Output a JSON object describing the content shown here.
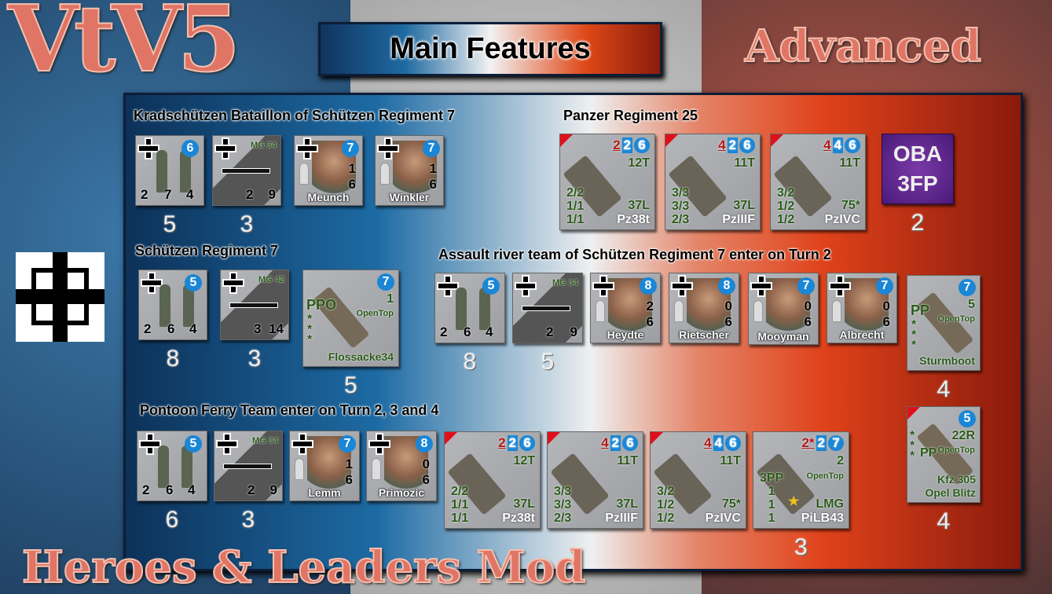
{
  "title": "Main Features",
  "background": {
    "logo": "VtV5",
    "advanced": "Advanced",
    "mod": "Heroes & Leaders Mod",
    "colors": {
      "blue": "#1f5f9a",
      "white": "#e8e8e8",
      "red": "#d05a48"
    }
  },
  "groups": [
    {
      "title": "Kradschützen Bataillon of Schützen Regiment 7",
      "counters": [
        {
          "kind": "squad",
          "badge": "6",
          "stats": [
            "2",
            "7",
            "4"
          ],
          "count": "5"
        },
        {
          "kind": "mg",
          "name": "MG 34",
          "stats": [
            "2",
            "9"
          ],
          "count": "3"
        },
        {
          "kind": "leader",
          "name": "Meunch",
          "badge": "7",
          "stats": [
            "1",
            "6"
          ]
        },
        {
          "kind": "leader",
          "name": "Winkler",
          "badge": "7",
          "stats": [
            "1",
            "6"
          ]
        }
      ]
    },
    {
      "title": "Panzer Regiment 25",
      "counters": [
        {
          "kind": "vehicle",
          "armor": [
            "2",
            "2",
            "6"
          ],
          "move": "12T",
          "stats": [
            "2/2",
            "1/1",
            "1/1"
          ],
          "gun": "37L",
          "name": "Pz38t"
        },
        {
          "kind": "vehicle",
          "armor": [
            "4",
            "2",
            "6"
          ],
          "move": "11T",
          "stats": [
            "3/3",
            "3/3",
            "2/3"
          ],
          "gun": "37L",
          "name": "PzIIIF"
        },
        {
          "kind": "vehicle",
          "armor": [
            "4",
            "4",
            "6"
          ],
          "move": "11T",
          "stats": [
            "3/2",
            "1/2",
            "1/2"
          ],
          "gun": "75*",
          "name": "PzIVC"
        },
        {
          "kind": "oba",
          "lines": [
            "OBA",
            "3FP"
          ],
          "count": "2"
        }
      ]
    },
    {
      "title": "Schützen Regiment 7",
      "counters": [
        {
          "kind": "squad",
          "badge": "5",
          "stats": [
            "2",
            "6",
            "4"
          ],
          "count": "8"
        },
        {
          "kind": "mg",
          "name": "MG 42",
          "stats": [
            "3",
            "14"
          ],
          "count": "3"
        },
        {
          "kind": "boat",
          "badge": "7",
          "move": "1",
          "open": "OpenTop",
          "cap": "PPO",
          "stars": "***",
          "name": "Flossacke34",
          "count": "5"
        }
      ]
    },
    {
      "title": "Assault river team of Schützen Regiment 7 enter on Turn 2",
      "counters": [
        {
          "kind": "squad",
          "badge": "5",
          "stats": [
            "2",
            "6",
            "4"
          ],
          "count": "8"
        },
        {
          "kind": "mg",
          "name": "MG 34",
          "stats": [
            "2",
            "9"
          ],
          "count": "5"
        },
        {
          "kind": "leader",
          "name": "Heydte",
          "badge": "8",
          "stats": [
            "2",
            "6"
          ]
        },
        {
          "kind": "leader",
          "name": "Rietscher",
          "badge": "8",
          "stats": [
            "0",
            "6"
          ]
        },
        {
          "kind": "leader",
          "name": "Mooyman",
          "badge": "7",
          "stats": [
            "0",
            "6"
          ]
        },
        {
          "kind": "leader",
          "name": "Albrecht",
          "badge": "7",
          "stats": [
            "0",
            "6"
          ]
        },
        {
          "kind": "boat",
          "badge": "7",
          "move": "5",
          "open": "OpenTop",
          "cap": "PP",
          "stars": "***",
          "name": "Sturmboot",
          "count": "4"
        }
      ]
    },
    {
      "title": "Pontoon Ferry Team enter on Turn 2, 3 and 4",
      "counters": [
        {
          "kind": "squad",
          "badge": "5",
          "stats": [
            "2",
            "6",
            "4"
          ],
          "count": "6"
        },
        {
          "kind": "mg",
          "name": "MG 34",
          "stats": [
            "2",
            "9"
          ],
          "count": "3"
        },
        {
          "kind": "leader",
          "name": "Lemm",
          "badge": "7",
          "stats": [
            "1",
            "6"
          ]
        },
        {
          "kind": "leader",
          "name": "Primozic",
          "badge": "8",
          "stats": [
            "0",
            "6"
          ]
        },
        {
          "kind": "vehicle",
          "armor": [
            "2",
            "2",
            "6"
          ],
          "move": "12T",
          "stats": [
            "2/2",
            "1/1",
            "1/1"
          ],
          "gun": "37L",
          "name": "Pz38t"
        },
        {
          "kind": "vehicle",
          "armor": [
            "4",
            "2",
            "6"
          ],
          "move": "11T",
          "stats": [
            "3/3",
            "3/3",
            "2/3"
          ],
          "gun": "37L",
          "name": "PzIIIF"
        },
        {
          "kind": "vehicle",
          "armor": [
            "4",
            "4",
            "6"
          ],
          "move": "11T",
          "stats": [
            "3/2",
            "1/2",
            "1/2"
          ],
          "gun": "75*",
          "name": "PzIVC"
        },
        {
          "kind": "vehicle",
          "armor": [
            "2*",
            "2",
            "7"
          ],
          "move": "2",
          "open": "OpenTop",
          "stats": [
            "3PP",
            "1",
            "1",
            "1"
          ],
          "gun": "LMG",
          "name": "PiLB43",
          "nored": true,
          "count": "3"
        },
        {
          "kind": "truck",
          "badge": "5",
          "move": "22R",
          "open": "OpenTop",
          "cap": "PP",
          "stars": "***",
          "name": "Kfz 305",
          "name2": "Opel Blitz",
          "count": "4"
        }
      ]
    }
  ]
}
